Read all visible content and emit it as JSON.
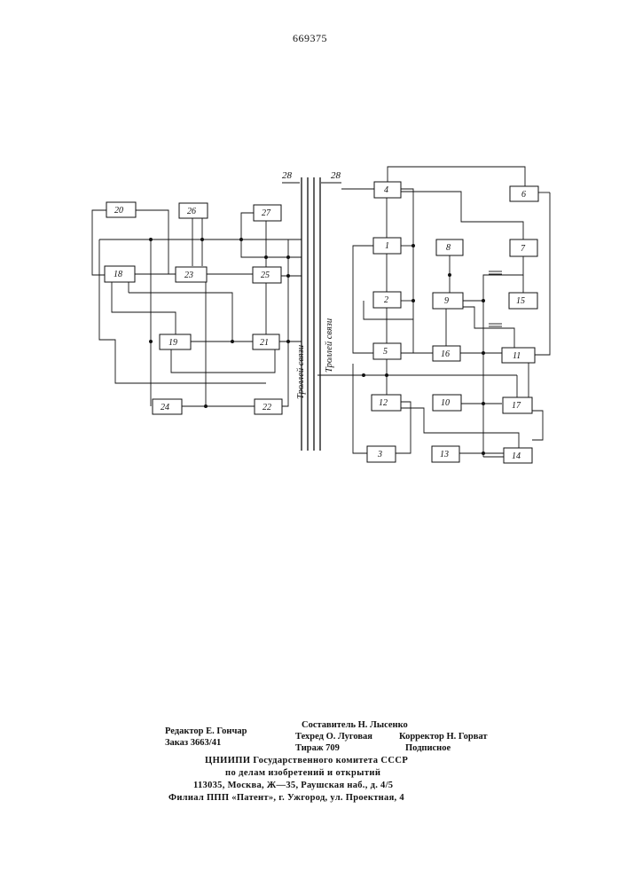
{
  "page_number": "669375",
  "diagram": {
    "blocks": [
      "1",
      "2",
      "3",
      "4",
      "5",
      "6",
      "7",
      "8",
      "9",
      "10",
      "11",
      "12",
      "13",
      "14",
      "15",
      "16",
      "17",
      "18",
      "19",
      "20",
      "21",
      "22",
      "23",
      "24",
      "25",
      "26",
      "27"
    ],
    "bus_number_left": "28",
    "bus_number_right": "28",
    "bus_label_left": "Троллей связи",
    "bus_label_right": "Троллей связи"
  },
  "imprint": {
    "editor": "Редактор Е. Гончар",
    "order": "Заказ 3663/41",
    "compiler": "Составитель Н. Лысенко",
    "techred": "Техред О. Луговая",
    "circulation": "Тираж 709",
    "corrector": "Корректор Н. Горват",
    "subscription": "Подписное",
    "org": "ЦНИИПИ Государственного комитета СССР",
    "dept": "по делам изобретений и открытий",
    "address": "113035, Москва, Ж—35, Раушская наб., д. 4/5",
    "branch": "Филиал ППП «Патент», г. Ужгород, ул. Проектная, 4"
  }
}
